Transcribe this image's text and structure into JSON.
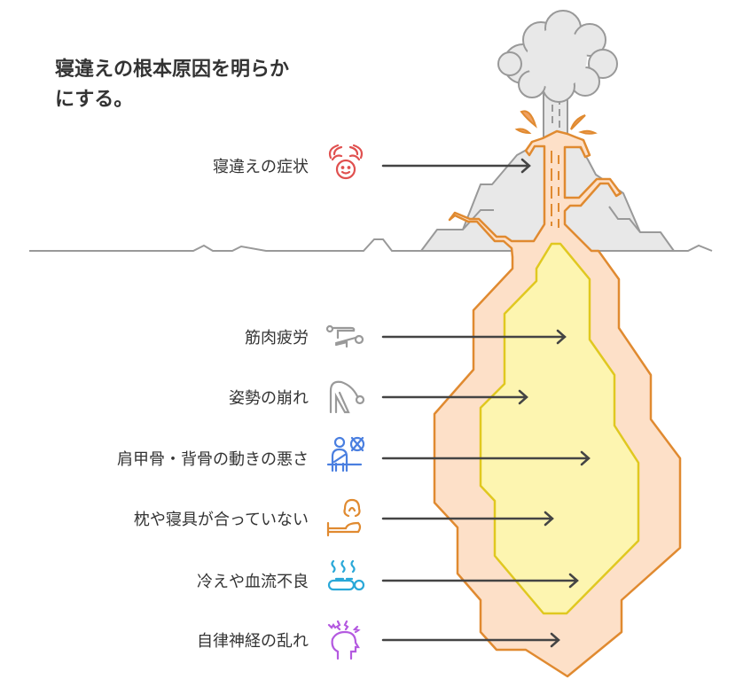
{
  "title": {
    "line1": "寝違えの根本原因を明らか",
    "line2": "にする。"
  },
  "surface": {
    "label": "寝違えの症状",
    "icon": "hands-on-head-icon",
    "color": "#e0504f"
  },
  "causes": [
    {
      "label": "筋肉疲労",
      "icon": "tired-person-icon",
      "color": "#999999"
    },
    {
      "label": "姿勢の崩れ",
      "icon": "bent-posture-icon",
      "color": "#999999"
    },
    {
      "label": "肩甲骨・背骨の動きの悪さ",
      "icon": "restricted-movement-icon",
      "color": "#4a7fe0"
    },
    {
      "label": "枕や寝具が合っていない",
      "icon": "pillow-bed-icon",
      "color": "#e08a30"
    },
    {
      "label": "冷えや血流不良",
      "icon": "cold-sleeping-icon",
      "color": "#2aa8d8"
    },
    {
      "label": "自律神経の乱れ",
      "icon": "stressed-head-icon",
      "color": "#b45ae0"
    }
  ],
  "colors": {
    "lava": "#e08a30",
    "lava_fill": "#fde0c8",
    "core": "#e0c820",
    "core_fill": "#fdf5b0",
    "rock": "#999999",
    "rock_fill": "#e8e8e8",
    "arrow": "#444444"
  }
}
